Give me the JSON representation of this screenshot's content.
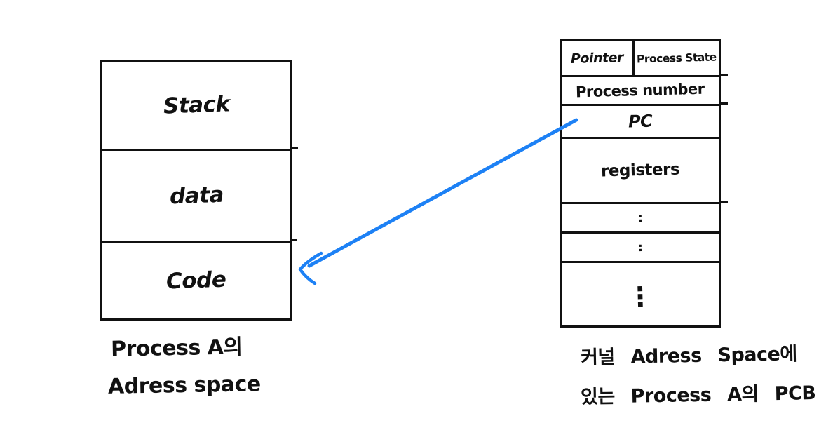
{
  "diagram": {
    "left_box": {
      "sections": [
        {
          "label": "Stack"
        },
        {
          "label": "data"
        },
        {
          "label": "Code"
        }
      ],
      "caption_line1": "Process A의",
      "caption_line2": "Adress space"
    },
    "right_box": {
      "header_left": "Pointer",
      "header_right": "Process State",
      "rows": {
        "process_number": "Process number",
        "pc": "PC",
        "registers": "registers",
        "dots_small_1": ":",
        "dots_small_2": ":",
        "dots_vertical": "⋮"
      },
      "caption_line1": "커널 Adress Space에",
      "caption_line2": "있는 Process A의 PCB"
    },
    "arrow": {
      "color": "#1d81f5"
    },
    "ink_color": "#111111",
    "background": "#ffffff"
  }
}
